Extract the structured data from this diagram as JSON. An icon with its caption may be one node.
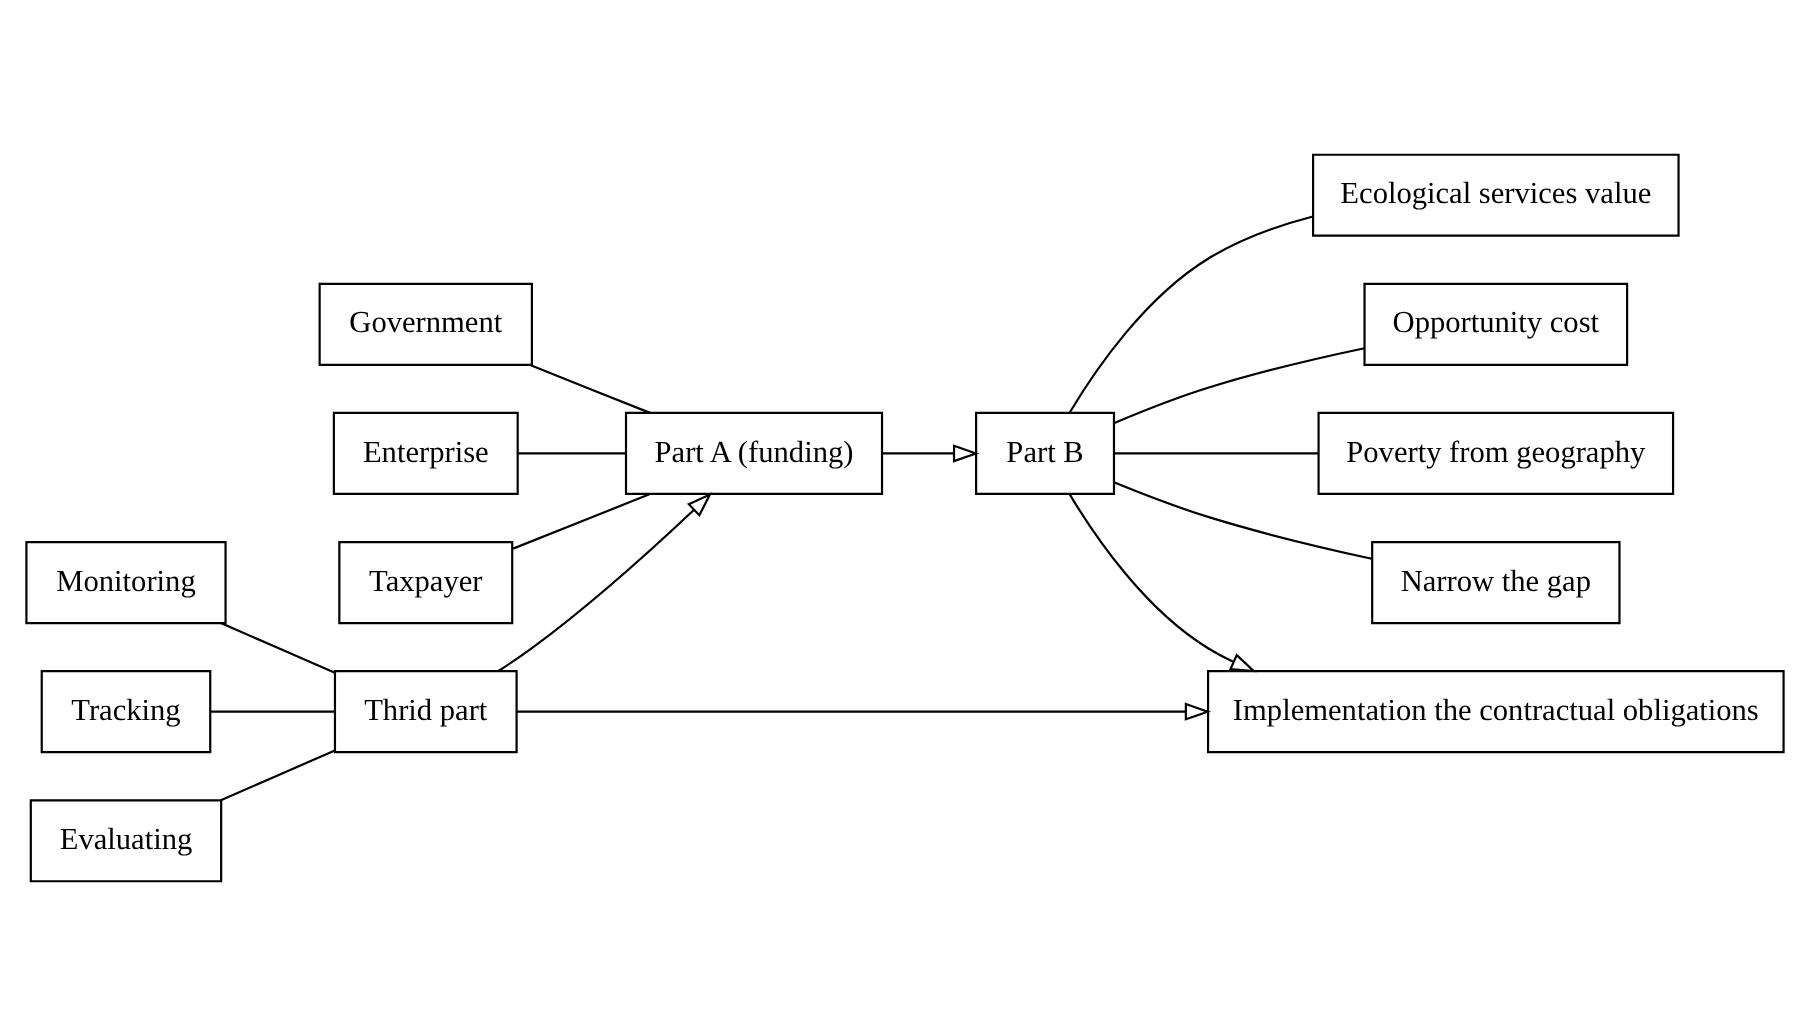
{
  "diagram": {
    "nodes": [
      {
        "text": [
          "Government"
        ]
      },
      {
        "text": [
          "Enterprise"
        ]
      },
      {
        "text": [
          "Taxpayer"
        ]
      },
      {
        "text": [
          "Part A (funding)"
        ]
      },
      {
        "text": [
          "Part B"
        ]
      },
      {
        "text": [
          "Ecological services value"
        ]
      },
      {
        "text": [
          "Opportunity cost"
        ]
      },
      {
        "text": [
          "Poverty from geography"
        ]
      },
      {
        "text": [
          "Narrow the gap"
        ]
      },
      {
        "text": [
          "Monitoring"
        ]
      },
      {
        "text": [
          "Tracking"
        ]
      },
      {
        "text": [
          "Evaluating"
        ]
      },
      {
        "text": [
          "Thrid part"
        ]
      },
      {
        "text": [
          "Implementation the contractual obligations"
        ]
      }
    ],
    "edges": [
      {
        "from": 0,
        "to": 3,
        "arrow": "none"
      },
      {
        "from": 1,
        "to": 3,
        "arrow": "none"
      },
      {
        "from": 2,
        "to": 3,
        "arrow": "none"
      },
      {
        "from": 3,
        "to": 4,
        "arrow": "to"
      },
      {
        "from": 4,
        "to": 5,
        "arrow": "none"
      },
      {
        "from": 4,
        "to": 6,
        "arrow": "none"
      },
      {
        "from": 4,
        "to": 7,
        "arrow": "none"
      },
      {
        "from": 4,
        "to": 8,
        "arrow": "none"
      },
      {
        "from": 4,
        "to": 13,
        "arrow": "to"
      },
      {
        "from": 9,
        "to": 12,
        "arrow": "none"
      },
      {
        "from": 10,
        "to": 12,
        "arrow": "none"
      },
      {
        "from": 11,
        "to": 12,
        "arrow": "none"
      },
      {
        "from": 12,
        "to": 3,
        "arrow": "to"
      },
      {
        "from": 12,
        "to": 13,
        "arrow": "to"
      }
    ]
  }
}
